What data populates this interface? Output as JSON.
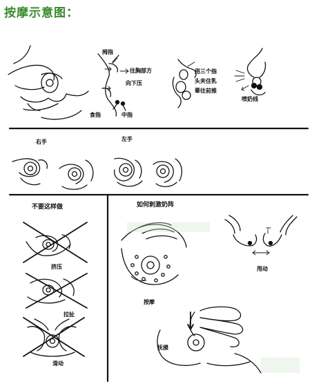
{
  "title": "按摩示意图：",
  "top_section": {
    "label_thumb": "拇指",
    "label_toward_chest": "往胸部方",
    "label_press_down": "向下压",
    "label_index_finger": "食指",
    "label_middle_finger": "中指",
    "label_three_fingers_line1": "用三个指",
    "label_three_fingers_line2": "头夹住乳",
    "label_three_fingers_line3": "晕往前推",
    "label_milk_line": "喷奶线"
  },
  "hands_section": {
    "right_hand": "右手",
    "left_hand": "左手"
  },
  "dont_section": {
    "header": "不要这样做",
    "squeeze": "挤压",
    "pull": "拉扯",
    "slide": "滑动"
  },
  "stimulate_section": {
    "header": "如何刺激奶阵",
    "shake": "甩动",
    "massage": "按摩",
    "stroke": "抚摸"
  }
}
